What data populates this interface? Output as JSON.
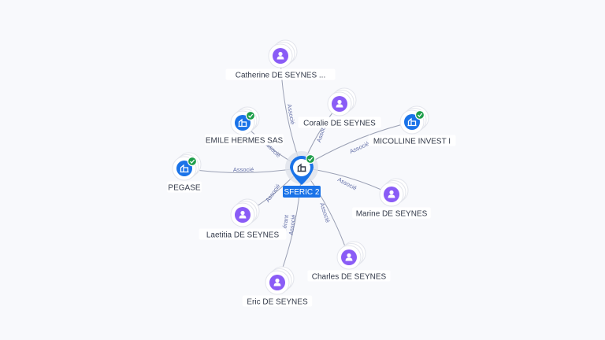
{
  "center": {
    "label": "SFERIC 2",
    "icon": "company-icon",
    "verified": true,
    "color": "#1a73e8"
  },
  "nodes": [
    {
      "id": "catherine",
      "label": "Catherine DE SEYNES ...",
      "kind": "person",
      "verified": false,
      "edge": "Associé"
    },
    {
      "id": "coralie",
      "label": "Coralie DE SEYNES",
      "kind": "person",
      "verified": false,
      "edge": "Associé"
    },
    {
      "id": "micolline",
      "label": "MICOLLINE INVEST I",
      "kind": "company",
      "verified": true,
      "edge": "Associé"
    },
    {
      "id": "emile",
      "label": "EMILE HERMES SAS",
      "kind": "company",
      "verified": true,
      "edge": "Associé"
    },
    {
      "id": "pegase",
      "label": "PEGASE",
      "kind": "company",
      "verified": true,
      "edge": "Associé"
    },
    {
      "id": "marine",
      "label": "Marine DE SEYNES",
      "kind": "person",
      "verified": false,
      "edge": "Associé"
    },
    {
      "id": "laetitia",
      "label": "Laetitia DE SEYNES",
      "kind": "person",
      "verified": false,
      "edge": "Associé"
    },
    {
      "id": "charles",
      "label": "Charles DE SEYNES",
      "kind": "person",
      "verified": false,
      "edge": "Associé"
    },
    {
      "id": "eric",
      "label": "Eric DE SEYNES",
      "kind": "person",
      "verified": false,
      "edge": "Gérant\nAssocié"
    }
  ],
  "colors": {
    "person": "#8a5cf6",
    "company": "#1a73e8",
    "verified": "#1e9e4a",
    "edge": "#9aa0b4",
    "edge_label": "#6470a8"
  }
}
